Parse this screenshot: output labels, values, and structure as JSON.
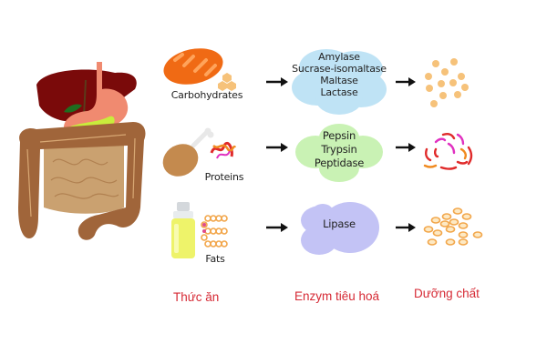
{
  "rows": [
    {
      "food": "Carbohydrates",
      "food_icon": "bread-icon",
      "enzymes": [
        "Amylase",
        "Sucrase-isomaltase",
        "Maltase",
        "Lactase"
      ],
      "enzyme_color": "#bfe3f5",
      "nutrient_icon": "glucose-molecules-icon"
    },
    {
      "food": "Proteins",
      "food_icon": "chicken-leg-icon",
      "enzymes": [
        "Pepsin",
        "Trypsin",
        "Peptidase"
      ],
      "enzyme_color": "#c9f2b4",
      "nutrient_icon": "amino-acid-fragments-icon"
    },
    {
      "food": "Fats",
      "food_icon": "oil-bottle-icon",
      "enzymes": [
        "Lipase"
      ],
      "enzyme_color": "#c3c3f5",
      "nutrient_icon": "fatty-acid-molecules-icon"
    }
  ],
  "footer": {
    "food": "Thức ăn",
    "enzymes": "Enzym tiêu hoá",
    "nutrients": "Dưỡng chất"
  },
  "colors": {
    "footer_text": "#d62a35",
    "arrow": "#111111"
  }
}
